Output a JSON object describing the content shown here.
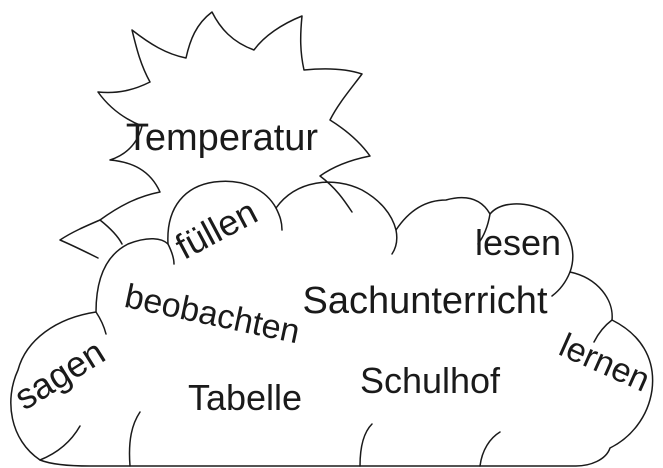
{
  "words": {
    "sun": "Temperatur",
    "w1": "füllen",
    "w2": "lesen",
    "w3": "beobachten",
    "w4": "Sachunterricht",
    "w5": "lernen",
    "w6": "sagen",
    "w7": "Tabelle",
    "w8": "Schulhof"
  },
  "colors": {
    "stroke": "#1a1a1a",
    "background": "#ffffff"
  }
}
